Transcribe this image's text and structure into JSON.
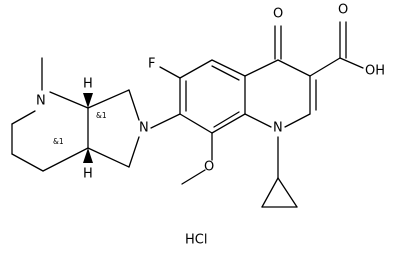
{
  "structure": {
    "atoms": {
      "F": "F",
      "O_keto": "O",
      "O_acid_carbonyl": "O",
      "OH": "OH",
      "N_quinolone": "N",
      "N_pyrrolidine": "N",
      "N_piperidine": "N",
      "O_methoxy": "O",
      "H_top": "H",
      "H_bottom": "H"
    },
    "stereo_labels": [
      "&1",
      "&1"
    ],
    "salt": "HCl"
  }
}
